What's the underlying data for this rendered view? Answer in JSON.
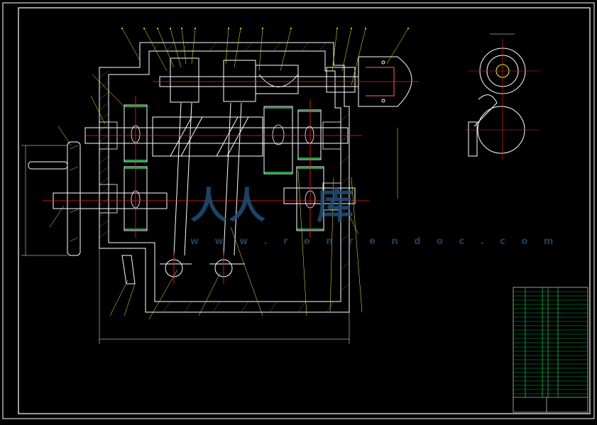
{
  "drawing": {
    "background": "#000000",
    "line_color": "#ffffff",
    "leader_color": "#ffff00",
    "center_color": "#ff0000",
    "gear_color": "#33ff66",
    "titleblock_color": "#00ff66"
  },
  "watermark": {
    "logo_text": "人人",
    "logo_text2": "库",
    "url": "w w w . r e n r e n d o c . c o m",
    "color": "#1f4f78"
  }
}
